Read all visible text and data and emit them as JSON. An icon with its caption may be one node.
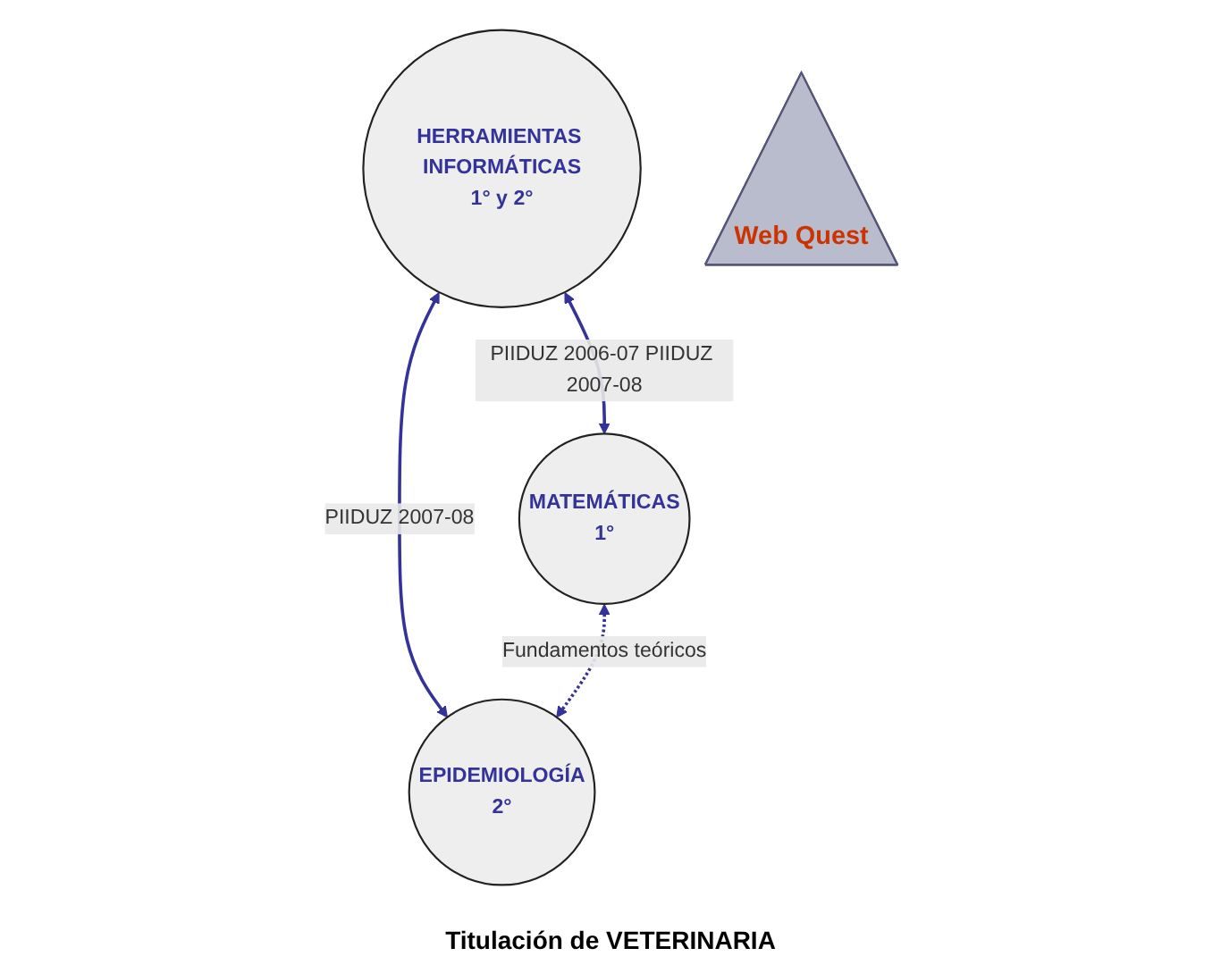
{
  "diagram": {
    "caption": "Titulación de VETERINARIA",
    "nodes": [
      {
        "text": [
          "HERRAMIENTAS INFORMÁTICAS",
          "1° y 2°"
        ]
      },
      {
        "text": [
          "Web Quest"
        ]
      },
      {
        "text": [
          "MATEMÁTICAS",
          "1°"
        ]
      },
      {
        "text": [
          "EPIDEMIOLOGÍA",
          "2°"
        ]
      }
    ],
    "edges": [
      {
        "from": 0,
        "to": 2,
        "arrow": "both",
        "label": "PIIDUZ 2006-07 PIIDUZ 2007-08"
      },
      {
        "from": 0,
        "to": 3,
        "arrow": "both",
        "label": "PIIDUZ 2007-08"
      },
      {
        "from": 2,
        "to": 3,
        "arrow": "both",
        "label": "Fundamentos teóricos",
        "style": "dashed"
      }
    ]
  }
}
